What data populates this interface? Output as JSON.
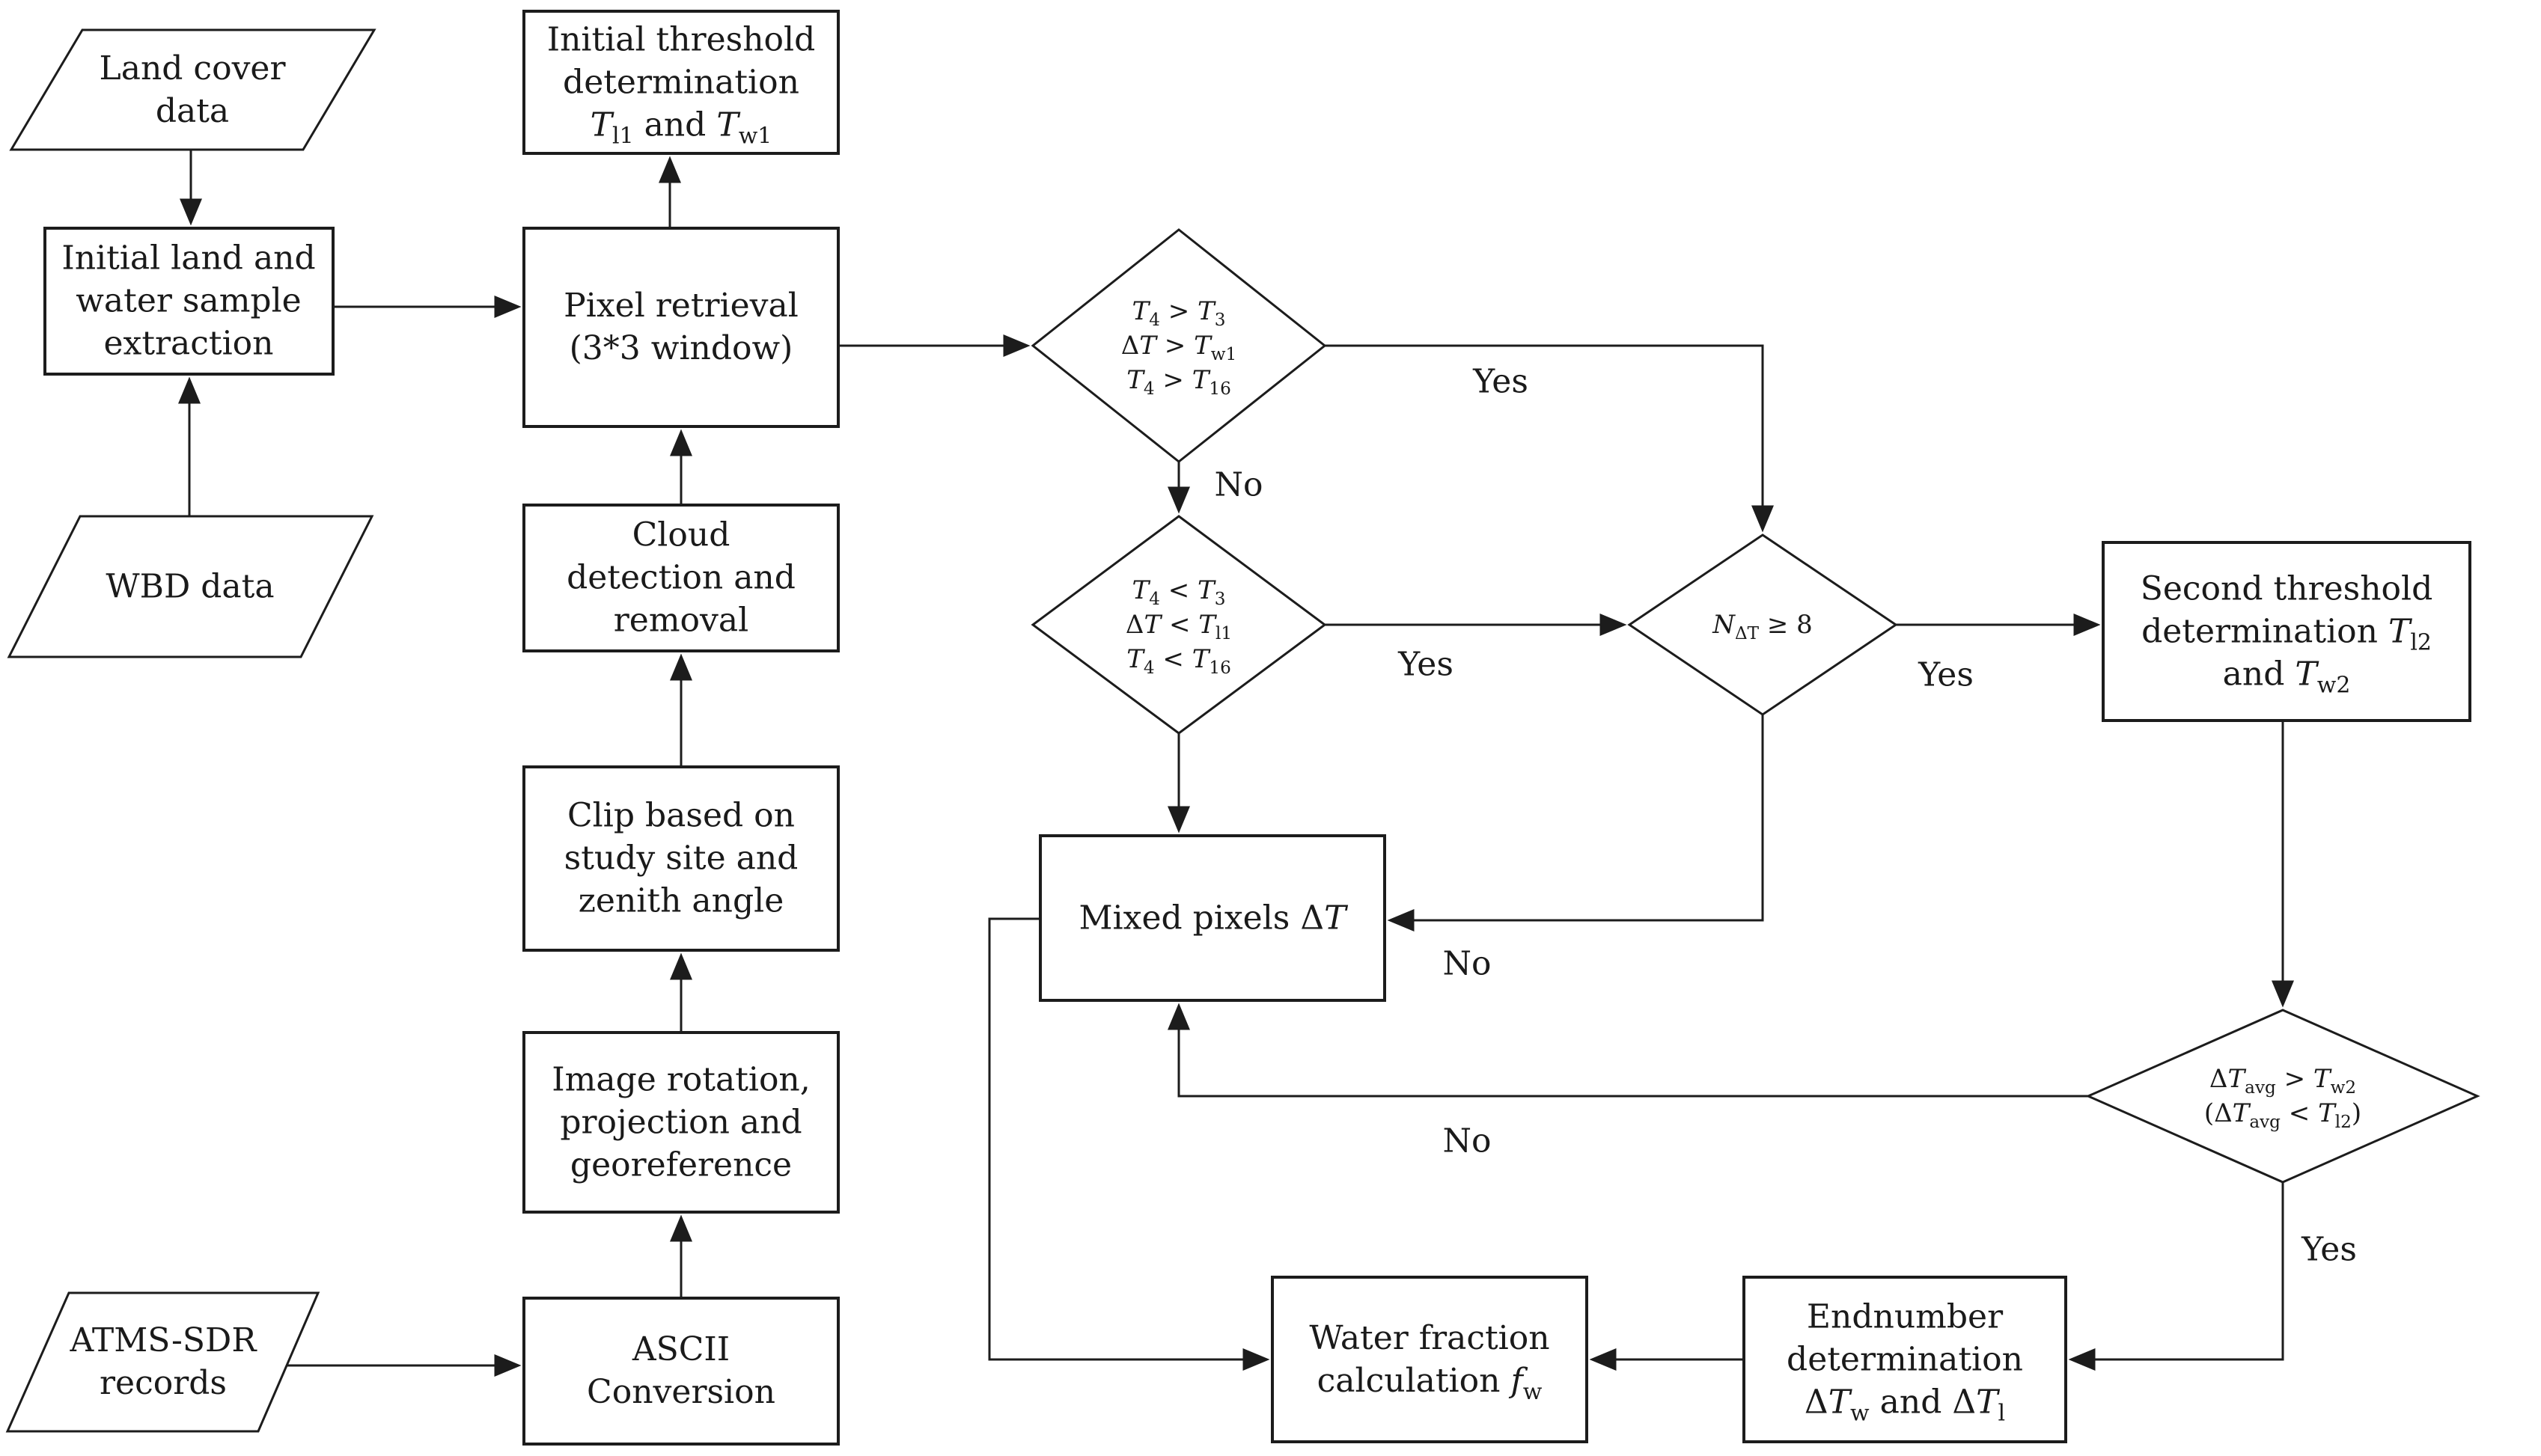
{
  "figure": {
    "background_color": "#ffffff",
    "line_color": "#1c1c1c",
    "text_color": "#1a1a1a"
  },
  "nodes": {
    "land_cover": {
      "type": "data-parallelogram",
      "lines": [
        "Land cover",
        "data"
      ]
    },
    "sample_extraction": {
      "type": "process",
      "lines": [
        "Initial land and",
        "water sample",
        "extraction"
      ]
    },
    "wbd": {
      "type": "data-parallelogram",
      "lines": [
        "WBD data"
      ]
    },
    "atms": {
      "type": "data-parallelogram",
      "lines": [
        "ATMS-SDR",
        "records"
      ]
    },
    "initial_threshold": {
      "type": "process",
      "lines": [
        "Initial threshold",
        "determination",
        "*T*~l1~ and *T*~w1~"
      ]
    },
    "pixel_retrieval": {
      "type": "process",
      "lines": [
        "Pixel retrieval",
        "(3*3 window)"
      ]
    },
    "cloud_detection": {
      "type": "process",
      "lines": [
        "Cloud",
        "detection and",
        "removal"
      ]
    },
    "clip": {
      "type": "process",
      "lines": [
        "Clip based on",
        "study site and",
        "zenith angle"
      ]
    },
    "image_rotation": {
      "type": "process",
      "lines": [
        "Image rotation,",
        "projection and",
        "georeference"
      ]
    },
    "ascii_conversion": {
      "type": "process",
      "lines": [
        "ASCII",
        "Conversion"
      ]
    },
    "decision_warm": {
      "type": "decision",
      "lines": [
        "*T*~4~ > *T*~3~",
        "Δ*T* > *T*~w1~",
        "*T*~4~ > *T*~16~"
      ]
    },
    "decision_cold": {
      "type": "decision",
      "lines": [
        "*T*~4~ < *T*~3~",
        "Δ*T* < *T*~l1~",
        "*T*~4~ < *T*~16~"
      ]
    },
    "decision_count": {
      "type": "decision",
      "lines": [
        "*N*~ΔT~ ≥ 8"
      ]
    },
    "second_threshold": {
      "type": "process",
      "lines": [
        "Second threshold",
        "determination *T*~l2~",
        "and *T*~w2~"
      ]
    },
    "mixed_pixels": {
      "type": "process",
      "lines": [
        "Mixed pixels Δ*T*"
      ]
    },
    "decision_avg": {
      "type": "decision",
      "lines": [
        "Δ*T*~avg~ > *T*~w2~",
        "(Δ*T*~avg~ < *T*~l2~)"
      ]
    },
    "water_fraction": {
      "type": "process",
      "lines": [
        "Water fraction",
        "calculation  *f*~w~"
      ]
    },
    "endnumber": {
      "type": "process",
      "lines": [
        "Endnumber",
        "determination",
        "Δ*T*~w~ and Δ*T*~l~"
      ]
    }
  },
  "labels": {
    "yes_warm": "Yes",
    "no_warm": "No",
    "yes_cold": "Yes",
    "yes_count": "Yes",
    "no_count": "No",
    "no_avg": "No",
    "yes_avg": "Yes"
  }
}
